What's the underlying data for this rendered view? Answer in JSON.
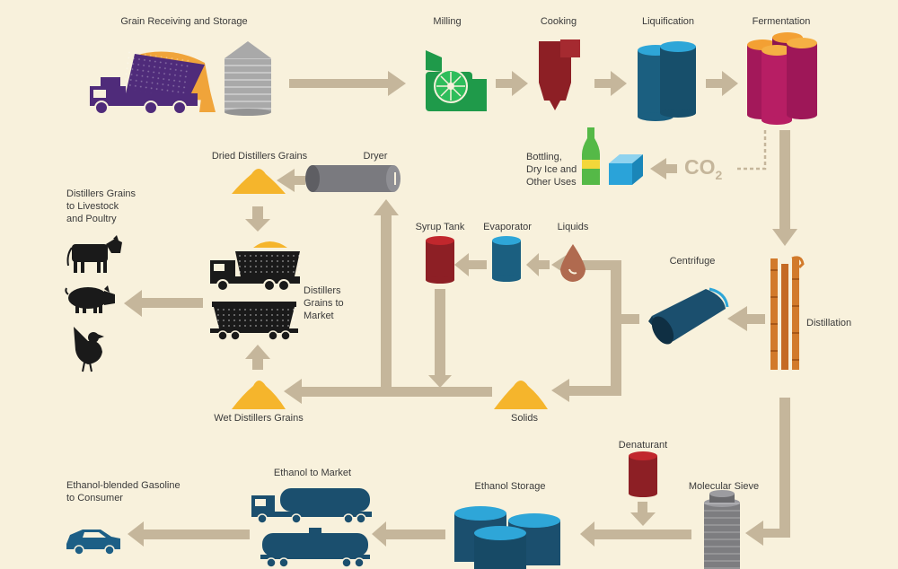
{
  "labels": {
    "grain_receiving": "Grain Receiving and Storage",
    "milling": "Milling",
    "cooking": "Cooking",
    "liquification": "Liquification",
    "fermentation": "Fermentation",
    "bottling": "Bottling,\nDry Ice and\nOther Uses",
    "co2": "CO",
    "co2_sub": "2",
    "dried_grains": "Dried Distillers Grains",
    "dryer": "Dryer",
    "livestock": "Distillers Grains\nto Livestock\nand Poultry",
    "syrup_tank": "Syrup Tank",
    "evaporator": "Evaporator",
    "liquids": "Liquids",
    "centrifuge": "Centrifuge",
    "distillation": "Distillation",
    "grains_to_market": "Distillers\nGrains to\nMarket",
    "wet_grains": "Wet Distillers Grains",
    "solids": "Solids",
    "denaturant": "Denaturant",
    "molecular_sieve": "Molecular Sieve",
    "ethanol_storage": "Ethanol Storage",
    "ethanol_to_market": "Ethanol to Market",
    "gasoline_consumer": "Ethanol-blended Gasoline\nto Consumer"
  },
  "colors": {
    "background": "#f8f1dc",
    "arrow": "#c5b69b",
    "truck_purple": "#4f2b7a",
    "grain_orange": "#f0a43a",
    "silo_gray": "#a9a9a9",
    "mill_green": "#1f9a4a",
    "cook_red": "#8d1f25",
    "tank_blue": "#1b5f80",
    "ferment_magenta": "#a3185a",
    "bottle_green": "#55b947",
    "ice_blue": "#2aa3d9",
    "solids_yellow": "#f5b52c",
    "dryer_gray": "#7a7a7f",
    "animal_black": "#1a1a1a",
    "distill_orange": "#d27a2b",
    "liquid_brown": "#b06a4f",
    "sieve_gray": "#7d7d80",
    "car_blue": "#1d5f86",
    "tanker_navy": "#1b4f6e"
  }
}
